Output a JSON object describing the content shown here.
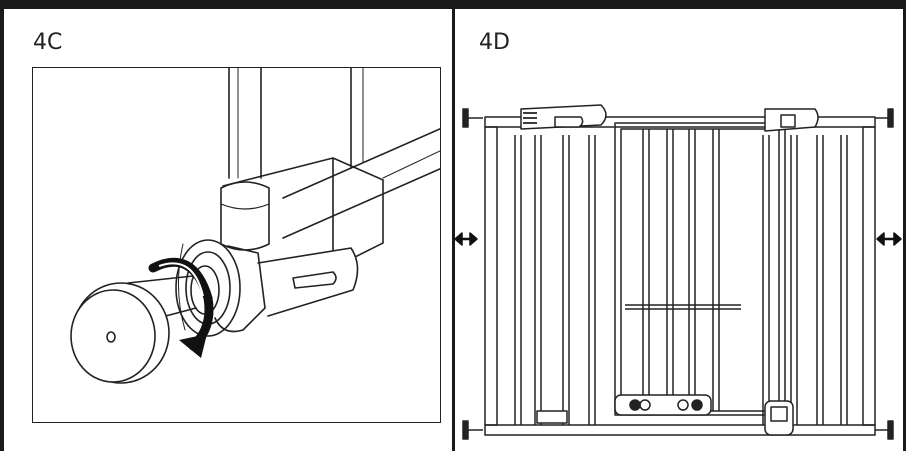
{
  "panels": [
    {
      "id": "4c",
      "label": "4C"
    },
    {
      "id": "4d",
      "label": "4D"
    }
  ],
  "icons": {
    "rotate_arrow": "rotate-arrow-icon",
    "double_arrow": "double-arrow-icon"
  }
}
